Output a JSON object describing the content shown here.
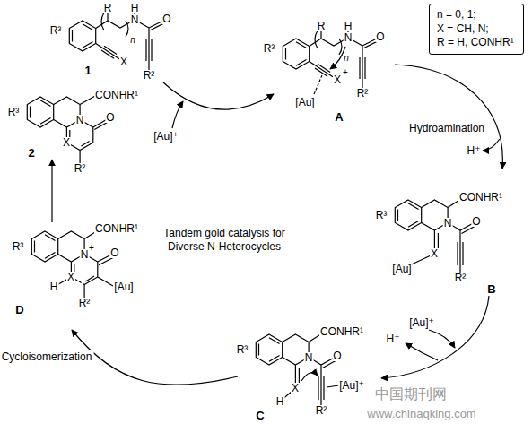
{
  "diagram": {
    "nodes": [
      {
        "text": [
          "n = 0, 1; X = CH, N; R = H, CONHR¹"
        ]
      }
    ],
    "labels": [
      "R³",
      "R",
      "n",
      "H",
      "N",
      "O",
      "X",
      "R²",
      "1",
      "[Au]⁺",
      "R³",
      "R",
      "n",
      "H",
      "N",
      "O",
      "X",
      "+",
      "[Au]",
      "R²",
      "A",
      "R³",
      "CONHR¹",
      "N",
      "O",
      "X",
      "R²",
      "2",
      "Hydroamination",
      "H⁺",
      "R³",
      "CONHR¹",
      "N",
      "O",
      "[Au]",
      "X",
      "R²",
      "B",
      "Tandem gold catalysis for Diverse N-Heterocycles",
      "[Au]⁺",
      "H⁺",
      "R³",
      "CONHR¹",
      "N",
      "O",
      "X",
      "H",
      "[Au]⁺",
      "R²",
      "C",
      "Cycloisomerization",
      "R³",
      "CONHR¹",
      "N",
      "+",
      "O",
      "X",
      "H",
      "R²",
      "[Au]",
      "D",
      "中国期刊网",
      "www.chinaqking.com"
    ]
  }
}
